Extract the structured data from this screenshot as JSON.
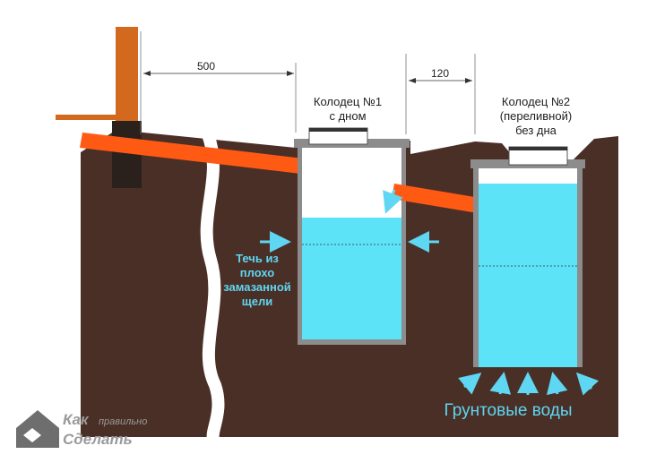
{
  "dimensions": {
    "pipe_to_well": "500",
    "between_wells": "120"
  },
  "well1": {
    "line1": "Колодец №1",
    "line2": "с дном"
  },
  "well2": {
    "line1": "Колодец №2",
    "line2": "(переливной)",
    "line3": "без дна"
  },
  "leak_label": [
    "Течь из",
    "плохо",
    "замазанной",
    "щели"
  ],
  "groundwater_label": "Грунтовые воды",
  "logo": {
    "line1": "Как",
    "line2": "правильно",
    "line3": "Сделать"
  },
  "colors": {
    "soil": "#4a2f26",
    "pipe": "#ff5a14",
    "water": "#5ce3f8",
    "arrow": "#5fd6f2",
    "concrete": "#8c8c8c",
    "post": "#d2691e"
  }
}
